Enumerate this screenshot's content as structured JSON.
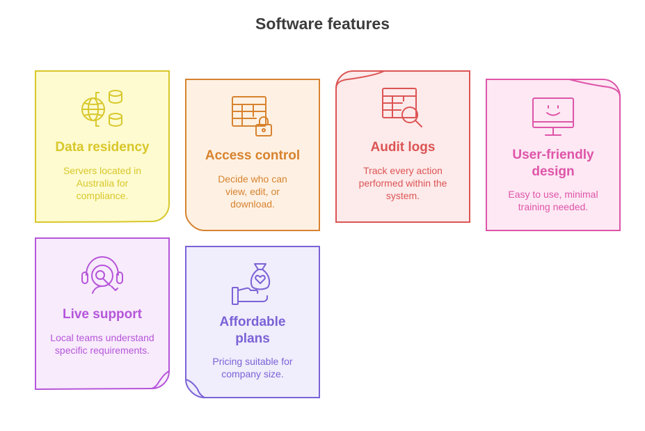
{
  "title": "Software features",
  "cards": [
    {
      "title": "Data residency",
      "description": "Servers located in Australia for compliance.",
      "icon": "globe-database-icon",
      "stroke": "#d8c72a",
      "fill": "#fefbd0",
      "title_color": "#d8c72a",
      "text_color": "#d8c72a"
    },
    {
      "title": "Access control",
      "description": "Decide who can view, edit, or download.",
      "icon": "table-lock-icon",
      "stroke": "#d7822f",
      "fill": "#fef1e3",
      "title_color": "#d7822f",
      "text_color": "#d7822f"
    },
    {
      "title": "Audit logs",
      "description": "Track every action performed within the system.",
      "icon": "table-search-icon",
      "stroke": "#dc5454",
      "fill": "#fdeaea",
      "title_color": "#dc5454",
      "text_color": "#dc5454"
    },
    {
      "title": "User-friendly design",
      "description": "Easy to use, minimal training needed.",
      "icon": "smiling-monitor-icon",
      "stroke": "#de55a8",
      "fill": "#fde8f4",
      "title_color": "#de55a8",
      "text_color": "#de55a8"
    },
    {
      "title": "Live support",
      "description": "Local teams understand specific requirements.",
      "icon": "support-headset-icon",
      "stroke": "#b555d9",
      "fill": "#f8ebfc",
      "title_color": "#b555d9",
      "text_color": "#b555d9"
    },
    {
      "title": "Affordable plans",
      "description": "Pricing suitable for company size.",
      "icon": "money-bag-hand-icon",
      "stroke": "#7b62d6",
      "fill": "#f0edfc",
      "title_color": "#7b62d6",
      "text_color": "#7b62d6"
    }
  ]
}
